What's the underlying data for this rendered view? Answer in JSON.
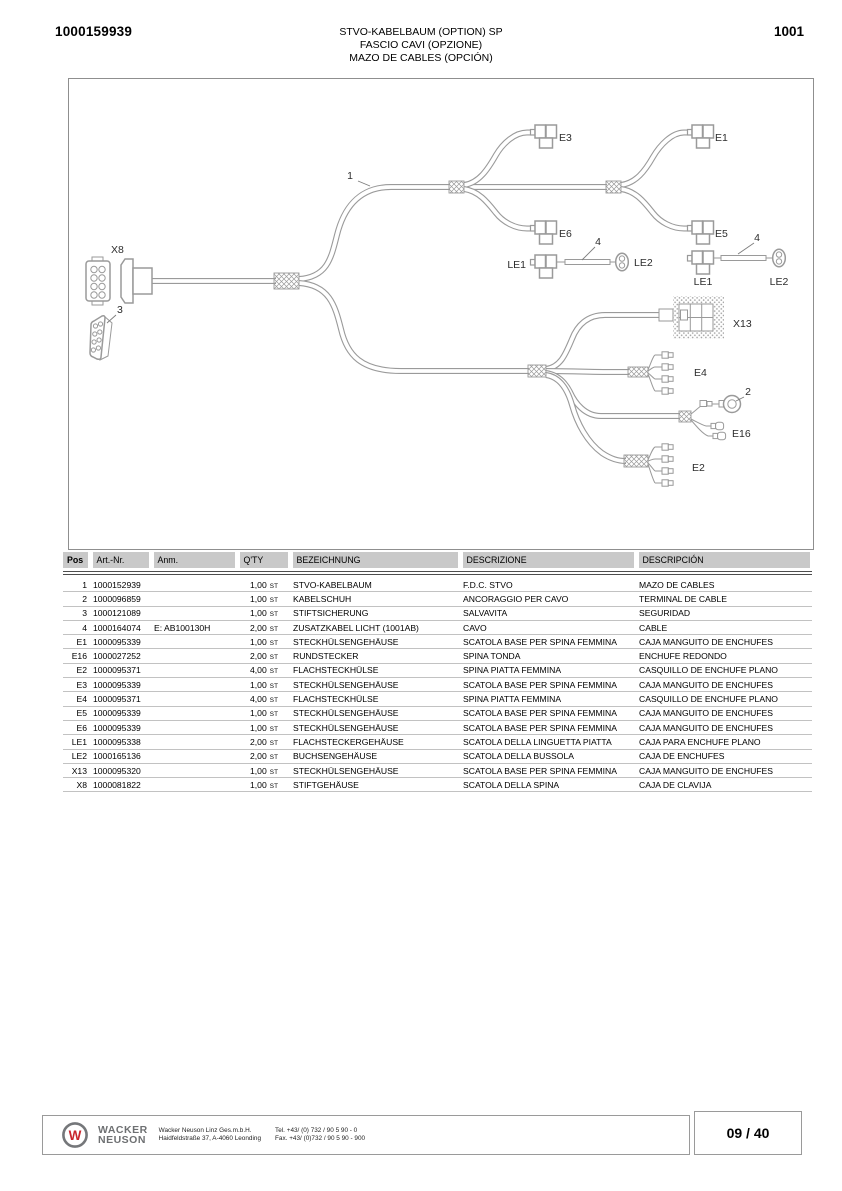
{
  "page": {
    "doc_number": "1000159939",
    "page_code": "1001",
    "title_lines": [
      "STVO-KABELBAUM (OPTION) SP",
      "FASCIO CAVI (OPZIONE)",
      "MAZO DE CABLES (OPCIÓN)"
    ]
  },
  "diagram": {
    "labels": {
      "x8": "X8",
      "item3": "3",
      "item1": "1",
      "e3": "E3",
      "e1": "E1",
      "e6": "E6",
      "e5": "E5",
      "le1_mid": "LE1",
      "item4_mid": "4",
      "le2_mid": "LE2",
      "le1_right": "LE1",
      "item4_right": "4",
      "le2_right": "LE2",
      "x13": "X13",
      "e4": "E4",
      "item2": "2",
      "e16": "E16",
      "e2": "E2"
    }
  },
  "table": {
    "headers": [
      "Pos",
      "Art.-Nr.",
      "Anm.",
      "Q'TY",
      "BEZEICHNUNG",
      "DESCRIZIONE",
      "DESCRIPCIÓN"
    ],
    "rows": [
      {
        "pos": "1",
        "artnr": "1000152939",
        "anm": "",
        "qty": "1,00",
        "unit": "ST",
        "de": "STVO-KABELBAUM",
        "it": "F.D.C. STVO",
        "es": "MAZO DE CABLES"
      },
      {
        "pos": "2",
        "artnr": "1000096859",
        "anm": "",
        "qty": "1,00",
        "unit": "ST",
        "de": "KABELSCHUH",
        "it": "ANCORAGGIO PER CAVO",
        "es": "TERMINAL DE CABLE"
      },
      {
        "pos": "3",
        "artnr": "1000121089",
        "anm": "",
        "qty": "1,00",
        "unit": "ST",
        "de": "STIFTSICHERUNG",
        "it": "SALVAVITA",
        "es": "SEGURIDAD"
      },
      {
        "pos": "4",
        "artnr": "1000164074",
        "anm": "E: AB100130H",
        "qty": "2,00",
        "unit": "ST",
        "de": "ZUSATZKABEL LICHT (1001AB)",
        "it": "CAVO",
        "es": "CABLE"
      },
      {
        "pos": "E1",
        "artnr": "1000095339",
        "anm": "",
        "qty": "1,00",
        "unit": "ST",
        "de": "STECKHÜLSENGEHÄUSE",
        "it": "SCATOLA BASE PER SPINA FEMMINA",
        "es": "CAJA MANGUITO DE ENCHUFES"
      },
      {
        "pos": "E16",
        "artnr": "1000027252",
        "anm": "",
        "qty": "2,00",
        "unit": "ST",
        "de": "RUNDSTECKER",
        "it": "SPINA TONDA",
        "es": "ENCHUFE REDONDO"
      },
      {
        "pos": "E2",
        "artnr": "1000095371",
        "anm": "",
        "qty": "4,00",
        "unit": "ST",
        "de": "FLACHSTECKHÜLSE",
        "it": "SPINA PIATTA FEMMINA",
        "es": "CASQUILLO DE ENCHUFE PLANO"
      },
      {
        "pos": "E3",
        "artnr": "1000095339",
        "anm": "",
        "qty": "1,00",
        "unit": "ST",
        "de": "STECKHÜLSENGEHÄUSE",
        "it": "SCATOLA BASE PER SPINA FEMMINA",
        "es": "CAJA MANGUITO DE ENCHUFES"
      },
      {
        "pos": "E4",
        "artnr": "1000095371",
        "anm": "",
        "qty": "4,00",
        "unit": "ST",
        "de": "FLACHSTECKHÜLSE",
        "it": "SPINA PIATTA FEMMINA",
        "es": "CASQUILLO DE ENCHUFE PLANO"
      },
      {
        "pos": "E5",
        "artnr": "1000095339",
        "anm": "",
        "qty": "1,00",
        "unit": "ST",
        "de": "STECKHÜLSENGEHÄUSE",
        "it": "SCATOLA BASE PER SPINA FEMMINA",
        "es": "CAJA MANGUITO DE ENCHUFES"
      },
      {
        "pos": "E6",
        "artnr": "1000095339",
        "anm": "",
        "qty": "1,00",
        "unit": "ST",
        "de": "STECKHÜLSENGEHÄUSE",
        "it": "SCATOLA BASE PER SPINA FEMMINA",
        "es": "CAJA MANGUITO DE ENCHUFES"
      },
      {
        "pos": "LE1",
        "artnr": "1000095338",
        "anm": "",
        "qty": "2,00",
        "unit": "ST",
        "de": "FLACHSTECKERGEHÄUSE",
        "it": "SCATOLA DELLA LINGUETTA PIATTA",
        "es": "CAJA PARA ENCHUFE PLANO"
      },
      {
        "pos": "LE2",
        "artnr": "1000165136",
        "anm": "",
        "qty": "2,00",
        "unit": "ST",
        "de": "BUCHSENGEHÄUSE",
        "it": "SCATOLA DELLA BUSSOLA",
        "es": "CAJA DE ENCHUFES"
      },
      {
        "pos": "X13",
        "artnr": "1000095320",
        "anm": "",
        "qty": "1,00",
        "unit": "ST",
        "de": "STECKHÜLSENGEHÄUSE",
        "it": "SCATOLA BASE PER SPINA FEMMINA",
        "es": "CAJA MANGUITO DE ENCHUFES"
      },
      {
        "pos": "X8",
        "artnr": "1000081822",
        "anm": "",
        "qty": "1,00",
        "unit": "ST",
        "de": "STIFTGEHÄUSE",
        "it": "SCATOLA DELLA SPINA",
        "es": "CAJA DE CLAVIJA"
      }
    ]
  },
  "footer": {
    "brand_line1": "WACKER",
    "brand_line2": "NEUSON",
    "logo_letter": "W",
    "company_line1": "Wacker Neuson Linz Ges.m.b.H.",
    "company_line2": "Haidfeldstraße 37, A-4060 Leonding",
    "tel": "Tel. +43/ (0) 732 / 90 5 90 - 0",
    "fax": "Fax. +43/ (0)732 / 90 5 90 - 900",
    "page_indicator": "09 / 40",
    "logo_red": "#c9252c",
    "brand_gray": "#6e7072"
  }
}
